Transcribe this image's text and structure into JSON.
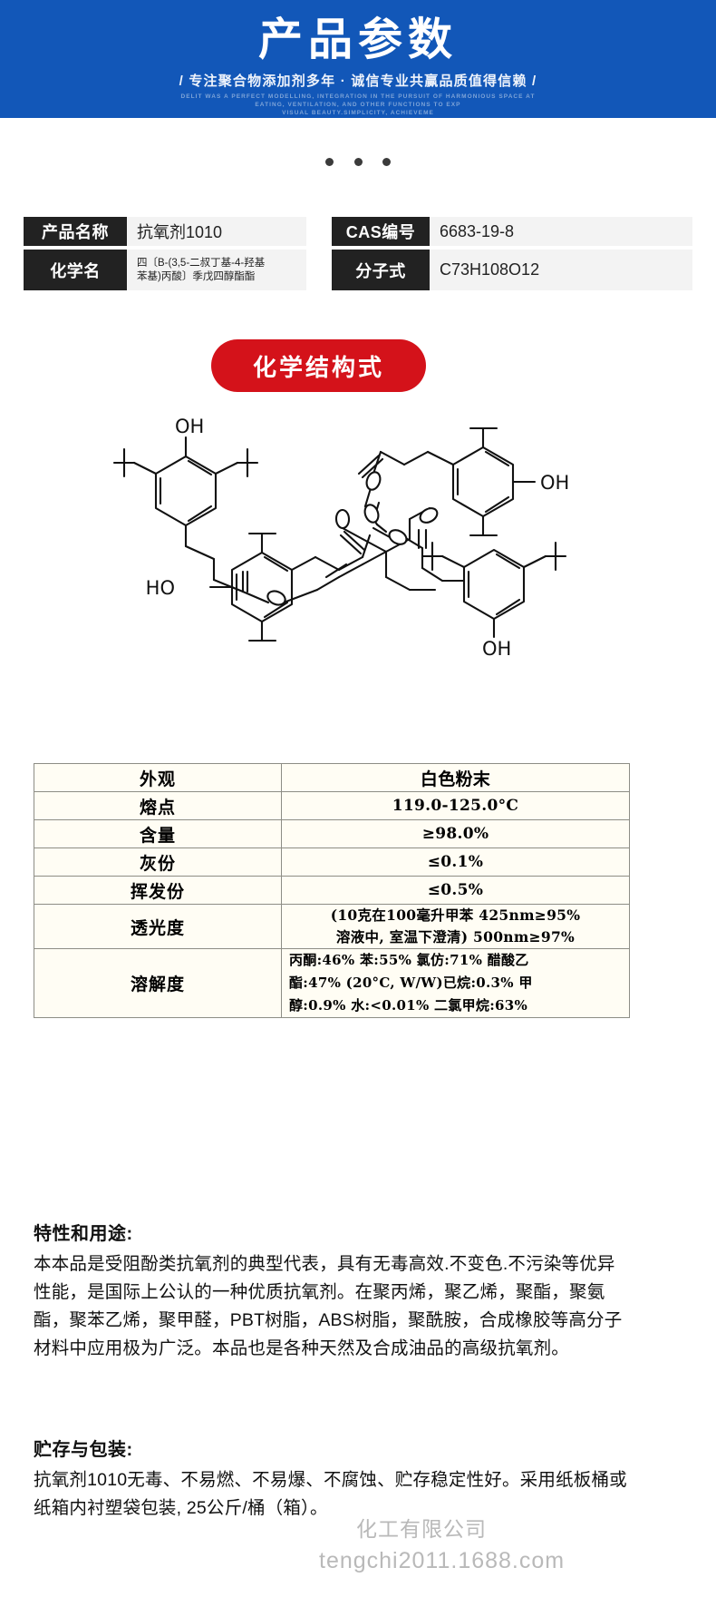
{
  "banner": {
    "title": "产品参数",
    "subtitle": "/ 专注聚合物添加剂多年 · 诚信专业共赢品质值得信赖 /",
    "english_line1": "DELIT WAS A PERFECT MODELLING, INTEGRATION IN THE PURSUIT OF HARMONIOUS SPACE AT",
    "english_line2": "EATING, VENTILATION, AND OTHER FUNCTIONS TO EXP",
    "english_line3": "VISUAL BEAUTY.SIMPLICITY, ACHIEVEME",
    "bg_color": "#1257b8"
  },
  "info": {
    "product_name_label": "产品名称",
    "product_name_value": "抗氧剂1010",
    "cas_label": "CAS编号",
    "cas_value": "6683-19-8",
    "chemical_name_label": "化学名",
    "chemical_name_value_line1": "四〔B-(3,5-二叔丁基-4-羟基",
    "chemical_name_value_line2": "苯基)丙酸〕季戊四醇酯酯",
    "formula_label": "分子式",
    "formula_value": "C73H108O12"
  },
  "badge": {
    "label": "化学结构式",
    "color": "#d4121a"
  },
  "structure": {
    "caption": "pentaerythritol-tetrakis-hindered-phenol-propionate",
    "labels": [
      "OH",
      "OH",
      "HO",
      "OH"
    ]
  },
  "spec_table": {
    "rows": [
      {
        "key": "外观",
        "value": "白色粉末",
        "style": "big"
      },
      {
        "key": "熔点",
        "value": "119.0-125.0°C",
        "style": "plain"
      },
      {
        "key": "含量",
        "value": "≥98.0%",
        "style": "plain"
      },
      {
        "key": "灰份",
        "value": "≤0.1%",
        "style": "plain"
      },
      {
        "key": "挥发份",
        "value": "≤0.5%",
        "style": "plain"
      }
    ],
    "transmittance": {
      "key": "透光度",
      "line1": "(10克在100毫升甲苯 425nm≥95%",
      "line2": "溶液中, 室温下澄清) 500nm≥97%"
    },
    "solubility": {
      "key": "溶解度",
      "line1": "丙酮:46%  苯:55%  氯仿:71%  醋酸乙",
      "line2": "酯:47% (20°C, W/W)已烷:0.3%   甲",
      "line3": "醇:0.9%  水:<0.01%  二氯甲烷:63%"
    }
  },
  "features": {
    "heading": "特性和用途:",
    "body": "本本品是受阻酚类抗氧剂的典型代表，具有无毒高效.不变色.不污染等优异性能，是国际上公认的一种优质抗氧剂。在聚丙烯，聚乙烯，聚酯，聚氨酯，聚苯乙烯，聚甲醛，PBT树脂，ABS树脂，聚酰胺，合成橡胶等高分子材料中应用极为广泛。本品也是各种天然及合成油品的高级抗氧剂。"
  },
  "storage": {
    "heading": "贮存与包装:",
    "body": "抗氧剂1010无毒、不易燃、不易爆、不腐蚀、贮存稳定性好。采用纸板桶或纸箱内衬塑袋包装, 25公斤/桶（箱）。"
  },
  "watermark": {
    "line1": "化工有限公司",
    "line2": "tengchi2011.1688.com"
  }
}
